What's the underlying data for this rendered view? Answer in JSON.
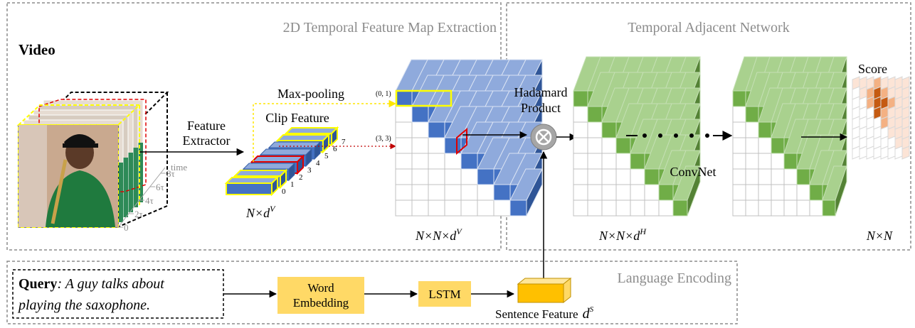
{
  "sections": {
    "extraction_title": "2D Temporal Feature Map Extraction",
    "tan_title": "Temporal Adjacent Network",
    "language_title": "Language Encoding"
  },
  "video": {
    "label": "Video",
    "time_label": "time",
    "ticks": [
      "0",
      "2τ",
      "4τ",
      "6τ",
      "8τ"
    ]
  },
  "feature_extractor": {
    "line1": "Feature",
    "line2": "Extractor"
  },
  "clip_feature": {
    "label": "Clip Feature",
    "indices": [
      "0",
      "1",
      "2",
      "3",
      "4",
      "5",
      "6",
      "7"
    ],
    "dim_main": "N×d",
    "dim_sup": "V"
  },
  "max_pooling": {
    "label": "Max-pooling",
    "coord_a": "(0, 1)",
    "coord_b": "(3, 3)"
  },
  "map2d": {
    "dim_main": "N×N×d",
    "dim_sup": "V"
  },
  "hadamard": {
    "line1": "Hadamard",
    "line2": "Product"
  },
  "tan": {
    "dim_main": "N×N×d",
    "dim_sup": "H",
    "convnet": "ConvNet"
  },
  "score": {
    "label": "Score",
    "dim": "N×N"
  },
  "query": {
    "bold": "Query",
    "italic1": ": A guy talks about",
    "italic2": "playing the saxophone."
  },
  "word_embedding": {
    "line1": "Word",
    "line2": "Embedding"
  },
  "lstm": {
    "label": "LSTM"
  },
  "sentence_feature": {
    "label": "Sentence Feature",
    "sym": "d",
    "sup": "S"
  },
  "colors": {
    "blue": "#4472c4",
    "green": "#70ad47",
    "yellow": "#ffff00",
    "red": "#c00000",
    "box_fill": "#ffd966",
    "gray_text": "#8c8c8c",
    "score_light": "#f8cbad",
    "score_dark": "#c55a11"
  }
}
